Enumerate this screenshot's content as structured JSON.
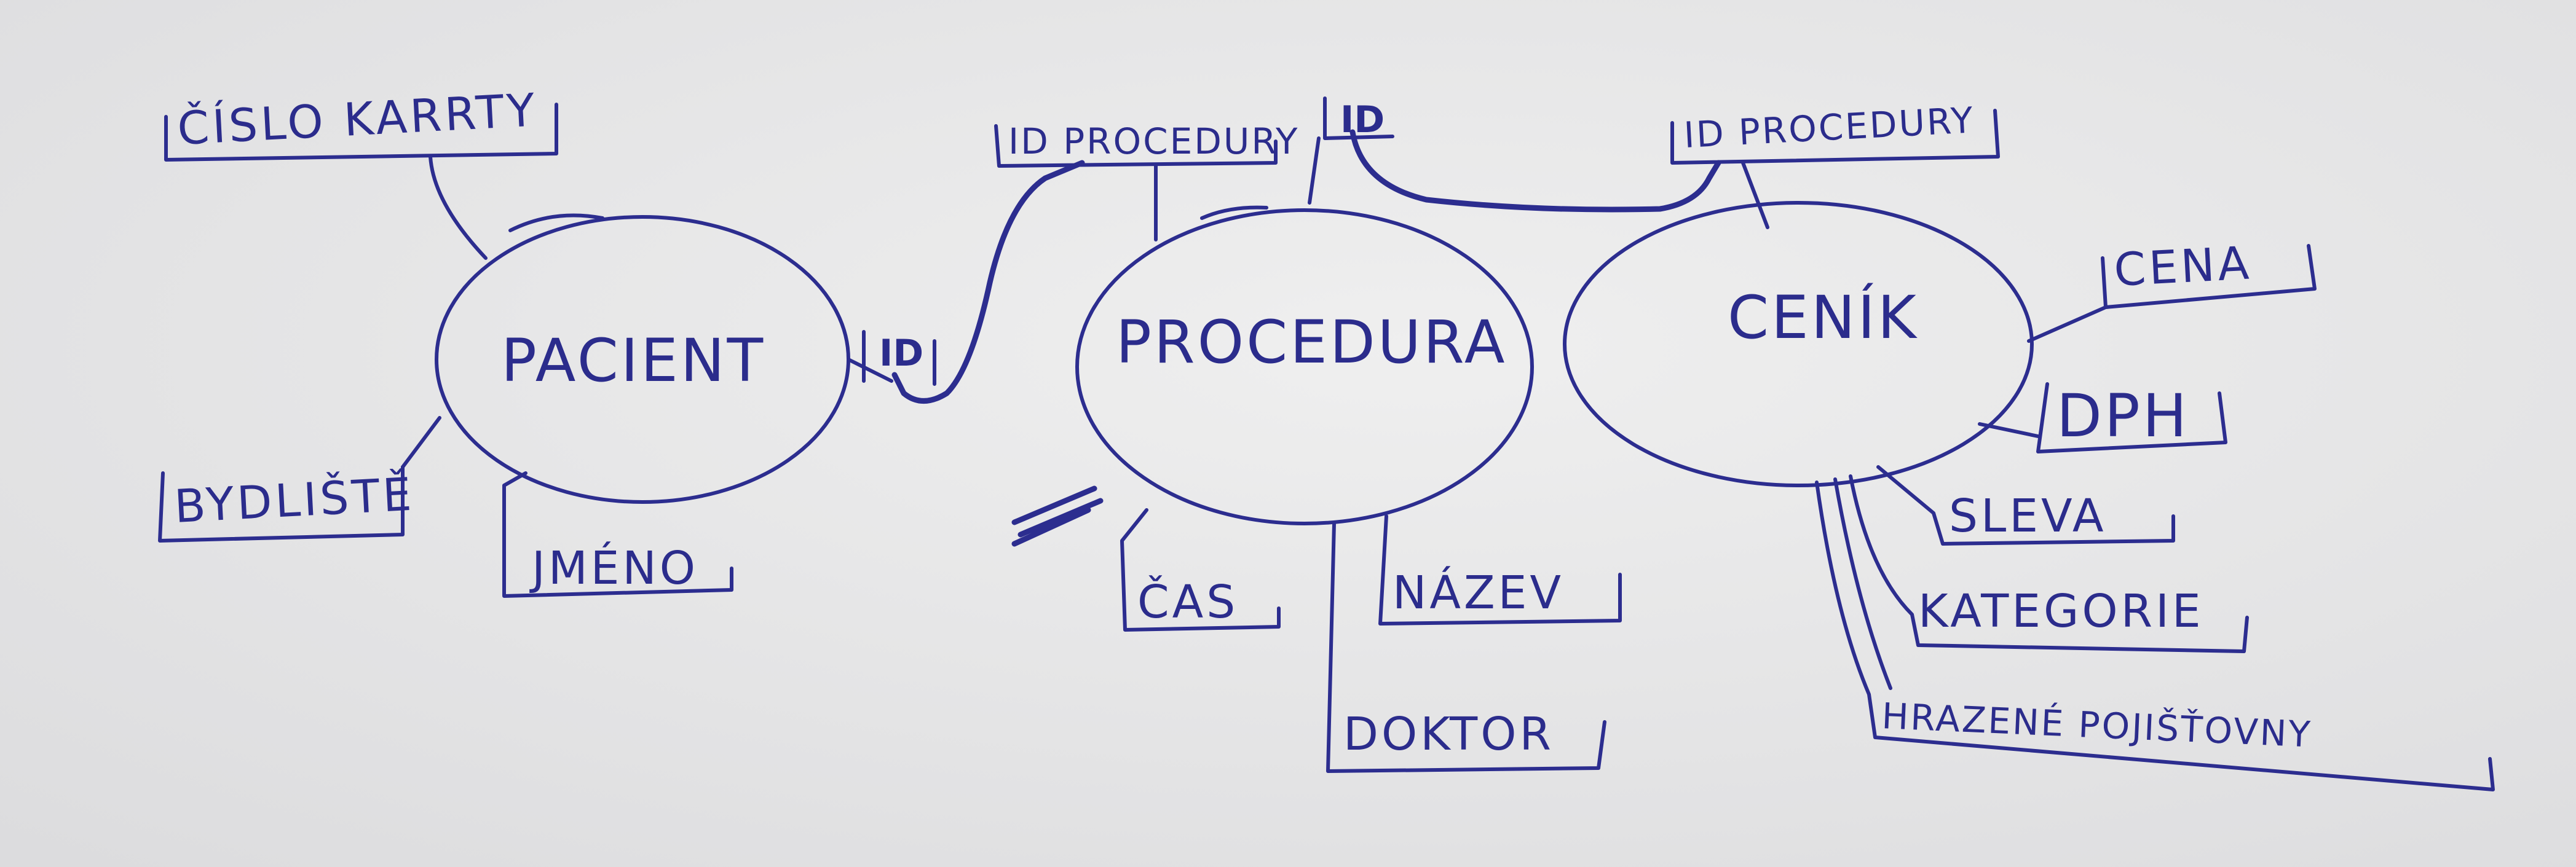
{
  "diagram": {
    "entities": [
      {
        "id": "pacient",
        "label": "PACIENT",
        "attributes": [
          "ČÍSLO KARRTY",
          "BYDLIŠTĚ",
          "JMÉNO"
        ]
      },
      {
        "id": "procedura",
        "label": "PROCEDURA",
        "attributes": [
          "ID PROCEDURY",
          "ID",
          "ČAS",
          "NÁZEV",
          "DOKTOR"
        ]
      },
      {
        "id": "cenik",
        "label": "CENÍK",
        "attributes": [
          "ID PROCEDURY",
          "CENA",
          "DPH",
          "SLEVA",
          "KATEGORIE",
          "HRAZENÉ POJIŠŤOVNY"
        ]
      }
    ],
    "relationship_labels": {
      "pacient_procedura_key": "ID"
    },
    "colors": {
      "ink": "#2c2d8f",
      "paper": "#e9e9ea"
    }
  }
}
